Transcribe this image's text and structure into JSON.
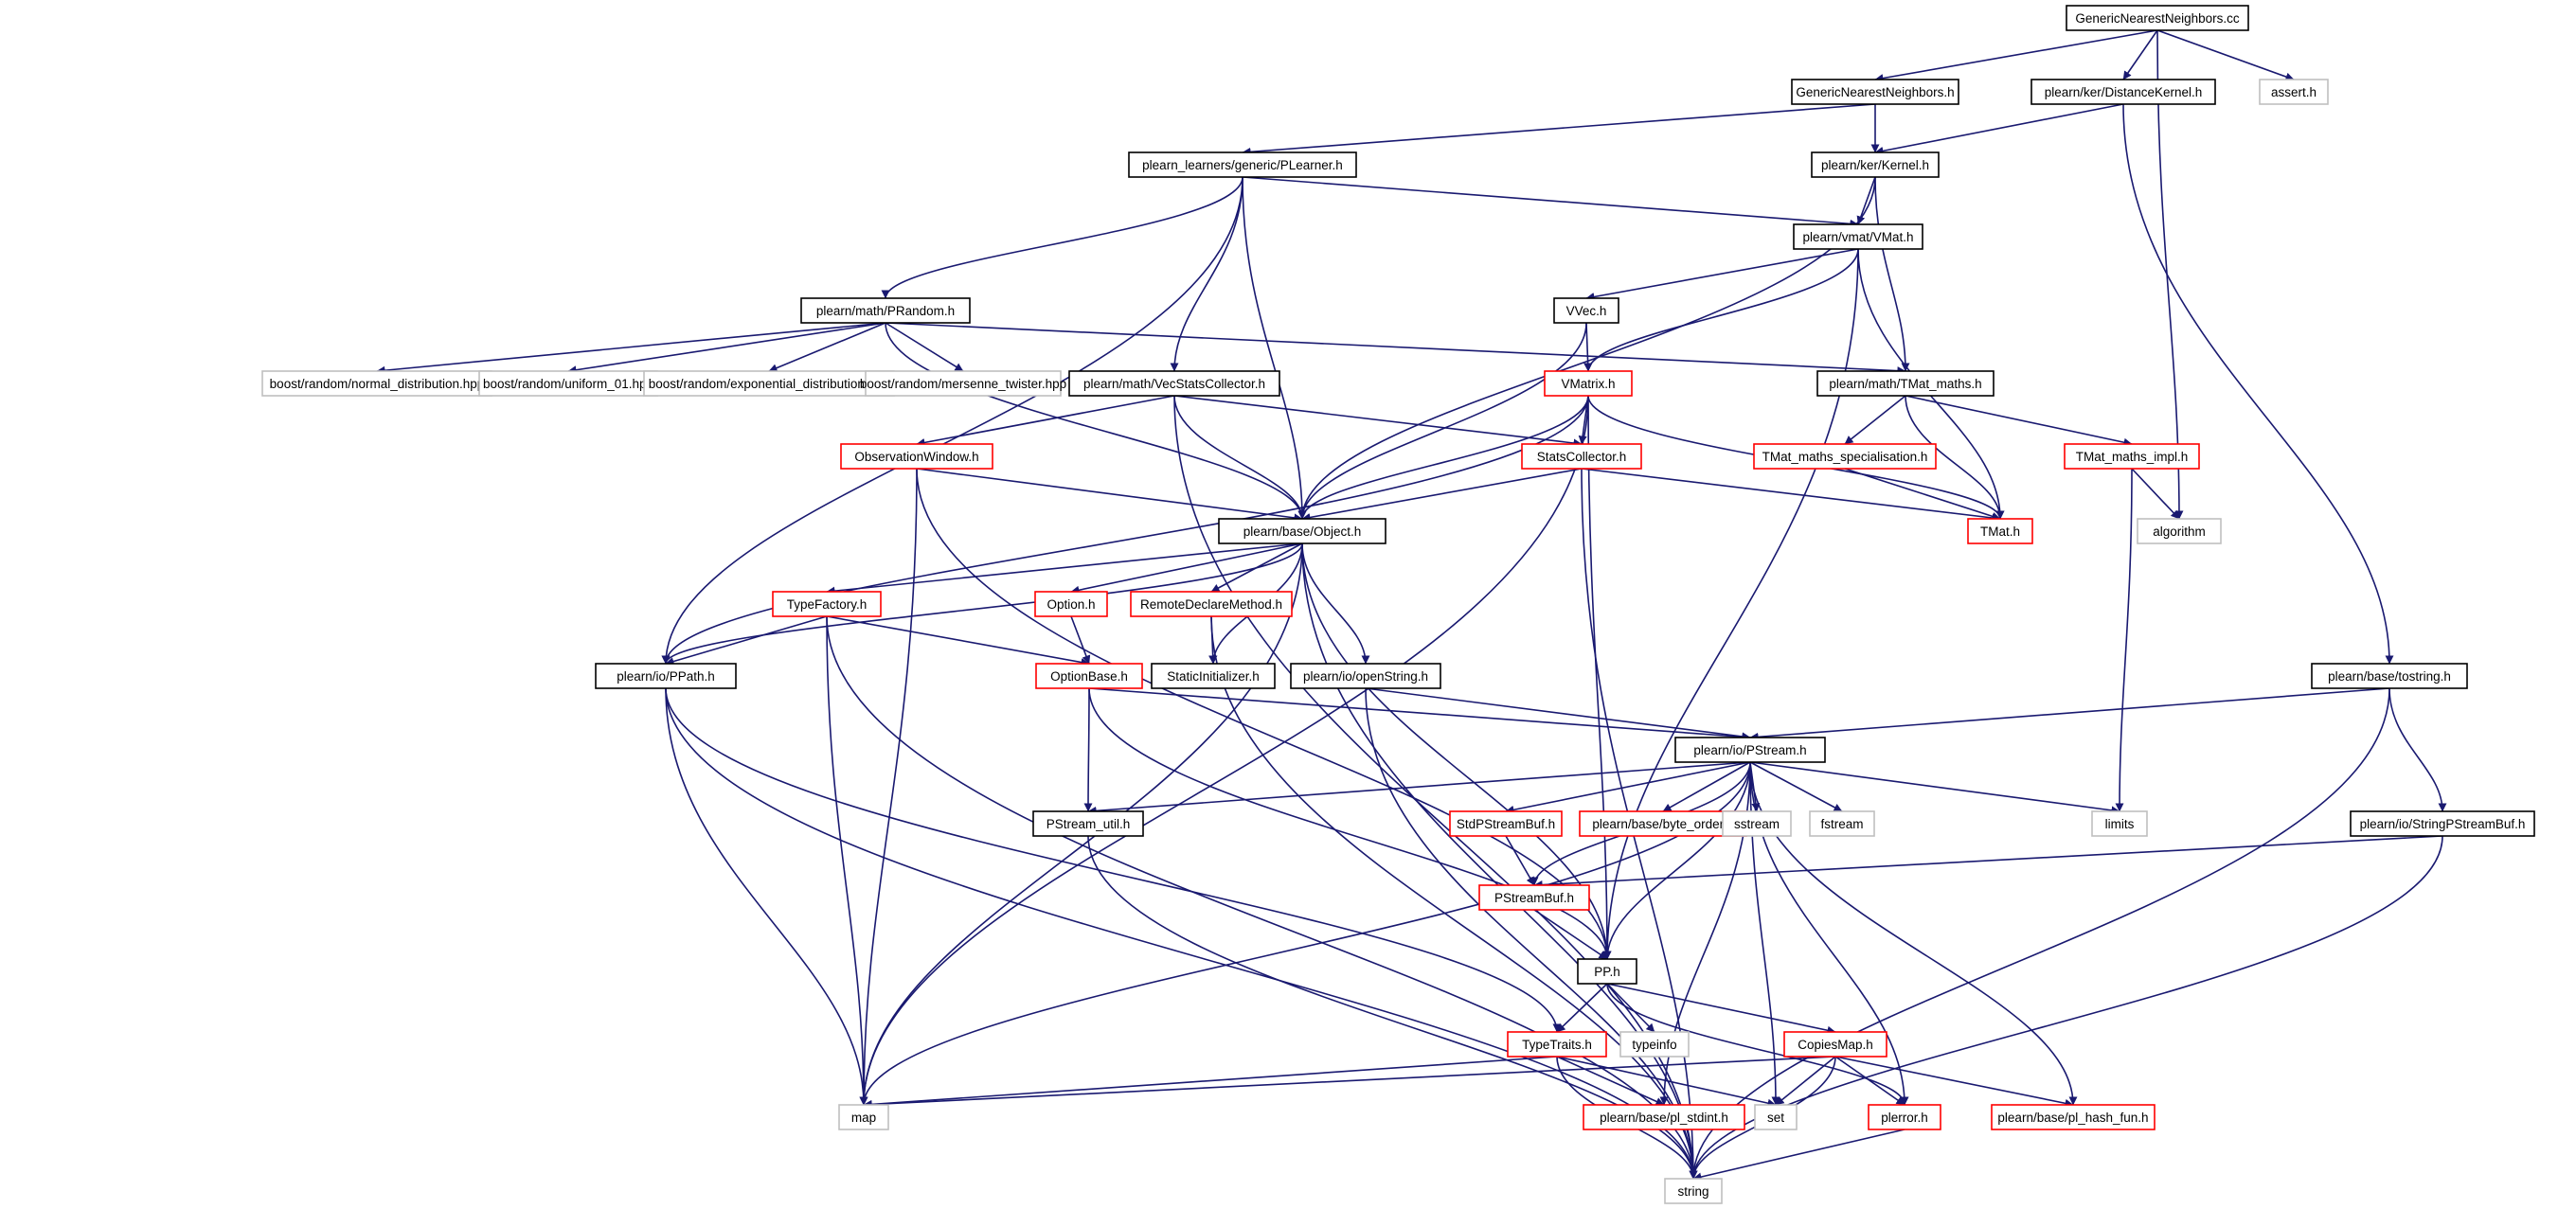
{
  "colors": {
    "edge": "#191970",
    "root_fill": "#bfbfbf",
    "border_default": "#000000",
    "border_red": "#ff0000",
    "border_gray": "#bfbfbf"
  },
  "nodes": [
    {
      "id": "root",
      "label": "GenericNearestNeighbors.cc",
      "kind": "root"
    },
    {
      "id": "gnnh",
      "label": "GenericNearestNeighbors.h",
      "kind": "black"
    },
    {
      "id": "distk",
      "label": "plearn/ker/DistanceKernel.h",
      "kind": "black"
    },
    {
      "id": "assert",
      "label": "assert.h",
      "kind": "gray"
    },
    {
      "id": "plearner",
      "label": "plearn_learners/generic/PLearner.h",
      "kind": "black"
    },
    {
      "id": "kernel",
      "label": "plearn/ker/Kernel.h",
      "kind": "black"
    },
    {
      "id": "vmat",
      "label": "plearn/vmat/VMat.h",
      "kind": "black"
    },
    {
      "id": "prandom",
      "label": "plearn/math/PRandom.h",
      "kind": "black"
    },
    {
      "id": "vvec",
      "label": "VVec.h",
      "kind": "black"
    },
    {
      "id": "normal",
      "label": "boost/random/normal_distribution.hpp",
      "kind": "gray"
    },
    {
      "id": "uniform",
      "label": "boost/random/uniform_01.hpp",
      "kind": "gray"
    },
    {
      "id": "expo",
      "label": "boost/random/exponential_distribution.hpp",
      "kind": "gray"
    },
    {
      "id": "mersenne",
      "label": "boost/random/mersenne_twister.hpp",
      "kind": "gray"
    },
    {
      "id": "vecstats",
      "label": "plearn/math/VecStatsCollector.h",
      "kind": "black"
    },
    {
      "id": "vmatrix",
      "label": "VMatrix.h",
      "kind": "red"
    },
    {
      "id": "tmatmaths",
      "label": "plearn/math/TMat_maths.h",
      "kind": "black"
    },
    {
      "id": "obswin",
      "label": "ObservationWindow.h",
      "kind": "red"
    },
    {
      "id": "statscol",
      "label": "StatsCollector.h",
      "kind": "red"
    },
    {
      "id": "tmatspec",
      "label": "TMat_maths_specialisation.h",
      "kind": "red"
    },
    {
      "id": "tmatimpl",
      "label": "TMat_maths_impl.h",
      "kind": "red"
    },
    {
      "id": "object",
      "label": "plearn/base/Object.h",
      "kind": "black"
    },
    {
      "id": "tmath",
      "label": "TMat.h",
      "kind": "red"
    },
    {
      "id": "algorithm",
      "label": "algorithm",
      "kind": "gray"
    },
    {
      "id": "typefact",
      "label": "TypeFactory.h",
      "kind": "red"
    },
    {
      "id": "option",
      "label": "Option.h",
      "kind": "red"
    },
    {
      "id": "remote",
      "label": "RemoteDeclareMethod.h",
      "kind": "red"
    },
    {
      "id": "ppath",
      "label": "plearn/io/PPath.h",
      "kind": "black"
    },
    {
      "id": "optionbase",
      "label": "OptionBase.h",
      "kind": "red"
    },
    {
      "id": "staticinit",
      "label": "StaticInitializer.h",
      "kind": "black"
    },
    {
      "id": "openstring",
      "label": "plearn/io/openString.h",
      "kind": "black"
    },
    {
      "id": "tostring",
      "label": "plearn/base/tostring.h",
      "kind": "black"
    },
    {
      "id": "pstream",
      "label": "plearn/io/PStream.h",
      "kind": "black"
    },
    {
      "id": "pstreamutil",
      "label": "PStream_util.h",
      "kind": "black"
    },
    {
      "id": "stdpsb",
      "label": "StdPStreamBuf.h",
      "kind": "red"
    },
    {
      "id": "byteorder",
      "label": "plearn/base/byte_order.h",
      "kind": "red"
    },
    {
      "id": "sstream",
      "label": "sstream",
      "kind": "gray"
    },
    {
      "id": "fstream",
      "label": "fstream",
      "kind": "gray"
    },
    {
      "id": "limits",
      "label": "limits",
      "kind": "gray"
    },
    {
      "id": "strpsb",
      "label": "plearn/io/StringPStreamBuf.h",
      "kind": "black"
    },
    {
      "id": "psb",
      "label": "PStreamBuf.h",
      "kind": "red"
    },
    {
      "id": "pp",
      "label": "PP.h",
      "kind": "black"
    },
    {
      "id": "typetraits",
      "label": "TypeTraits.h",
      "kind": "red"
    },
    {
      "id": "typeinfo",
      "label": "typeinfo",
      "kind": "gray"
    },
    {
      "id": "copiesmap",
      "label": "CopiesMap.h",
      "kind": "red"
    },
    {
      "id": "map",
      "label": "map",
      "kind": "gray"
    },
    {
      "id": "stdint",
      "label": "plearn/base/pl_stdint.h",
      "kind": "red"
    },
    {
      "id": "set",
      "label": "set",
      "kind": "gray"
    },
    {
      "id": "plerror",
      "label": "plerror.h",
      "kind": "red"
    },
    {
      "id": "hashfun",
      "label": "plearn/base/pl_hash_fun.h",
      "kind": "red"
    },
    {
      "id": "string",
      "label": "string",
      "kind": "gray"
    }
  ],
  "edges": [
    [
      "root",
      "gnnh"
    ],
    [
      "root",
      "distk"
    ],
    [
      "root",
      "assert"
    ],
    [
      "root",
      "algorithm"
    ],
    [
      "gnnh",
      "plearner"
    ],
    [
      "gnnh",
      "kernel"
    ],
    [
      "distk",
      "kernel"
    ],
    [
      "distk",
      "tostring"
    ],
    [
      "plearner",
      "prandom"
    ],
    [
      "plearner",
      "vecstats"
    ],
    [
      "plearner",
      "object"
    ],
    [
      "plearner",
      "vmat"
    ],
    [
      "plearner",
      "ppath"
    ],
    [
      "kernel",
      "object"
    ],
    [
      "kernel",
      "vmat"
    ],
    [
      "kernel",
      "tmatmaths"
    ],
    [
      "vmat",
      "vvec"
    ],
    [
      "vmat",
      "vmatrix"
    ],
    [
      "vmat",
      "tmath"
    ],
    [
      "vmat",
      "pp"
    ],
    [
      "prandom",
      "normal"
    ],
    [
      "prandom",
      "uniform"
    ],
    [
      "prandom",
      "expo"
    ],
    [
      "prandom",
      "mersenne"
    ],
    [
      "prandom",
      "object"
    ],
    [
      "prandom",
      "tmatmaths"
    ],
    [
      "vvec",
      "vmatrix"
    ],
    [
      "vvec",
      "object"
    ],
    [
      "vecstats",
      "obswin"
    ],
    [
      "vecstats",
      "object"
    ],
    [
      "vecstats",
      "statscol"
    ],
    [
      "vecstats",
      "string"
    ],
    [
      "vmatrix",
      "statscol"
    ],
    [
      "vmatrix",
      "object"
    ],
    [
      "vmatrix",
      "tmath"
    ],
    [
      "vmatrix",
      "ppath"
    ],
    [
      "vmatrix",
      "pp"
    ],
    [
      "vmatrix",
      "map"
    ],
    [
      "tmatmaths",
      "tmatspec"
    ],
    [
      "tmatmaths",
      "tmatimpl"
    ],
    [
      "tmatmaths",
      "tmath"
    ],
    [
      "obswin",
      "object"
    ],
    [
      "obswin",
      "pp"
    ],
    [
      "obswin",
      "map"
    ],
    [
      "statscol",
      "object"
    ],
    [
      "statscol",
      "tmath"
    ],
    [
      "statscol",
      "string"
    ],
    [
      "tmatspec",
      "tmath"
    ],
    [
      "tmatimpl",
      "algorithm"
    ],
    [
      "tmatimpl",
      "limits"
    ],
    [
      "object",
      "ppath"
    ],
    [
      "object",
      "typefact"
    ],
    [
      "object",
      "option"
    ],
    [
      "object",
      "remote"
    ],
    [
      "object",
      "staticinit"
    ],
    [
      "object",
      "openstring"
    ],
    [
      "object",
      "pp"
    ],
    [
      "object",
      "map"
    ],
    [
      "object",
      "string"
    ],
    [
      "typefact",
      "ppath"
    ],
    [
      "typefact",
      "optionbase"
    ],
    [
      "typefact",
      "map"
    ],
    [
      "typefact",
      "string"
    ],
    [
      "option",
      "optionbase"
    ],
    [
      "remote",
      "staticinit"
    ],
    [
      "remote",
      "string"
    ],
    [
      "ppath",
      "map"
    ],
    [
      "ppath",
      "typetraits"
    ],
    [
      "ppath",
      "string"
    ],
    [
      "optionbase",
      "pstreamutil"
    ],
    [
      "optionbase",
      "pstream"
    ],
    [
      "optionbase",
      "pp"
    ],
    [
      "openstring",
      "pstream"
    ],
    [
      "openstring",
      "string"
    ],
    [
      "tostring",
      "pstream"
    ],
    [
      "tostring",
      "strpsb"
    ],
    [
      "tostring",
      "string"
    ],
    [
      "pstream",
      "pstreamutil"
    ],
    [
      "pstream",
      "stdpsb"
    ],
    [
      "pstream",
      "byteorder"
    ],
    [
      "pstream",
      "sstream"
    ],
    [
      "pstream",
      "fstream"
    ],
    [
      "pstream",
      "limits"
    ],
    [
      "pstream",
      "psb"
    ],
    [
      "pstream",
      "pp"
    ],
    [
      "pstream",
      "stdint"
    ],
    [
      "pstream",
      "set"
    ],
    [
      "pstream",
      "plerror"
    ],
    [
      "pstream",
      "hashfun"
    ],
    [
      "pstream",
      "map"
    ],
    [
      "pstreamutil",
      "string"
    ],
    [
      "stdpsb",
      "psb"
    ],
    [
      "strpsb",
      "psb"
    ],
    [
      "strpsb",
      "string"
    ],
    [
      "psb",
      "pp"
    ],
    [
      "pp",
      "typetraits"
    ],
    [
      "pp",
      "typeinfo"
    ],
    [
      "pp",
      "copiesmap"
    ],
    [
      "pp",
      "plerror"
    ],
    [
      "typetraits",
      "map"
    ],
    [
      "typetraits",
      "stdint"
    ],
    [
      "typetraits",
      "set"
    ],
    [
      "typetraits",
      "string"
    ],
    [
      "copiesmap",
      "map"
    ],
    [
      "copiesmap",
      "set"
    ],
    [
      "copiesmap",
      "plerror"
    ],
    [
      "copiesmap",
      "hashfun"
    ],
    [
      "copiesmap",
      "string"
    ],
    [
      "plerror",
      "string"
    ]
  ]
}
